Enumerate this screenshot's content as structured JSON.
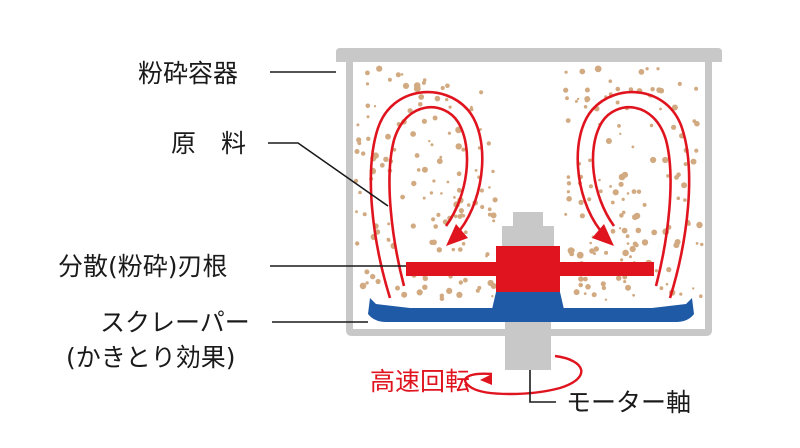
{
  "labels": {
    "container": "粉砕容器",
    "material": "原　料",
    "blade": "分散(粉砕)刃根",
    "scraper_line1": "スクレーパー",
    "scraper_line2": "(かきとり効果)",
    "rotation": "高速回転",
    "motor_shaft": "モーター軸"
  },
  "colors": {
    "container": "#c8c8c8",
    "particle": "#d2aa82",
    "arrow": "#e0141e",
    "blade": "#e0141e",
    "scraper": "#1f5aa6",
    "shaft": "#c8c8c8",
    "leader": "#1a1a1a"
  }
}
